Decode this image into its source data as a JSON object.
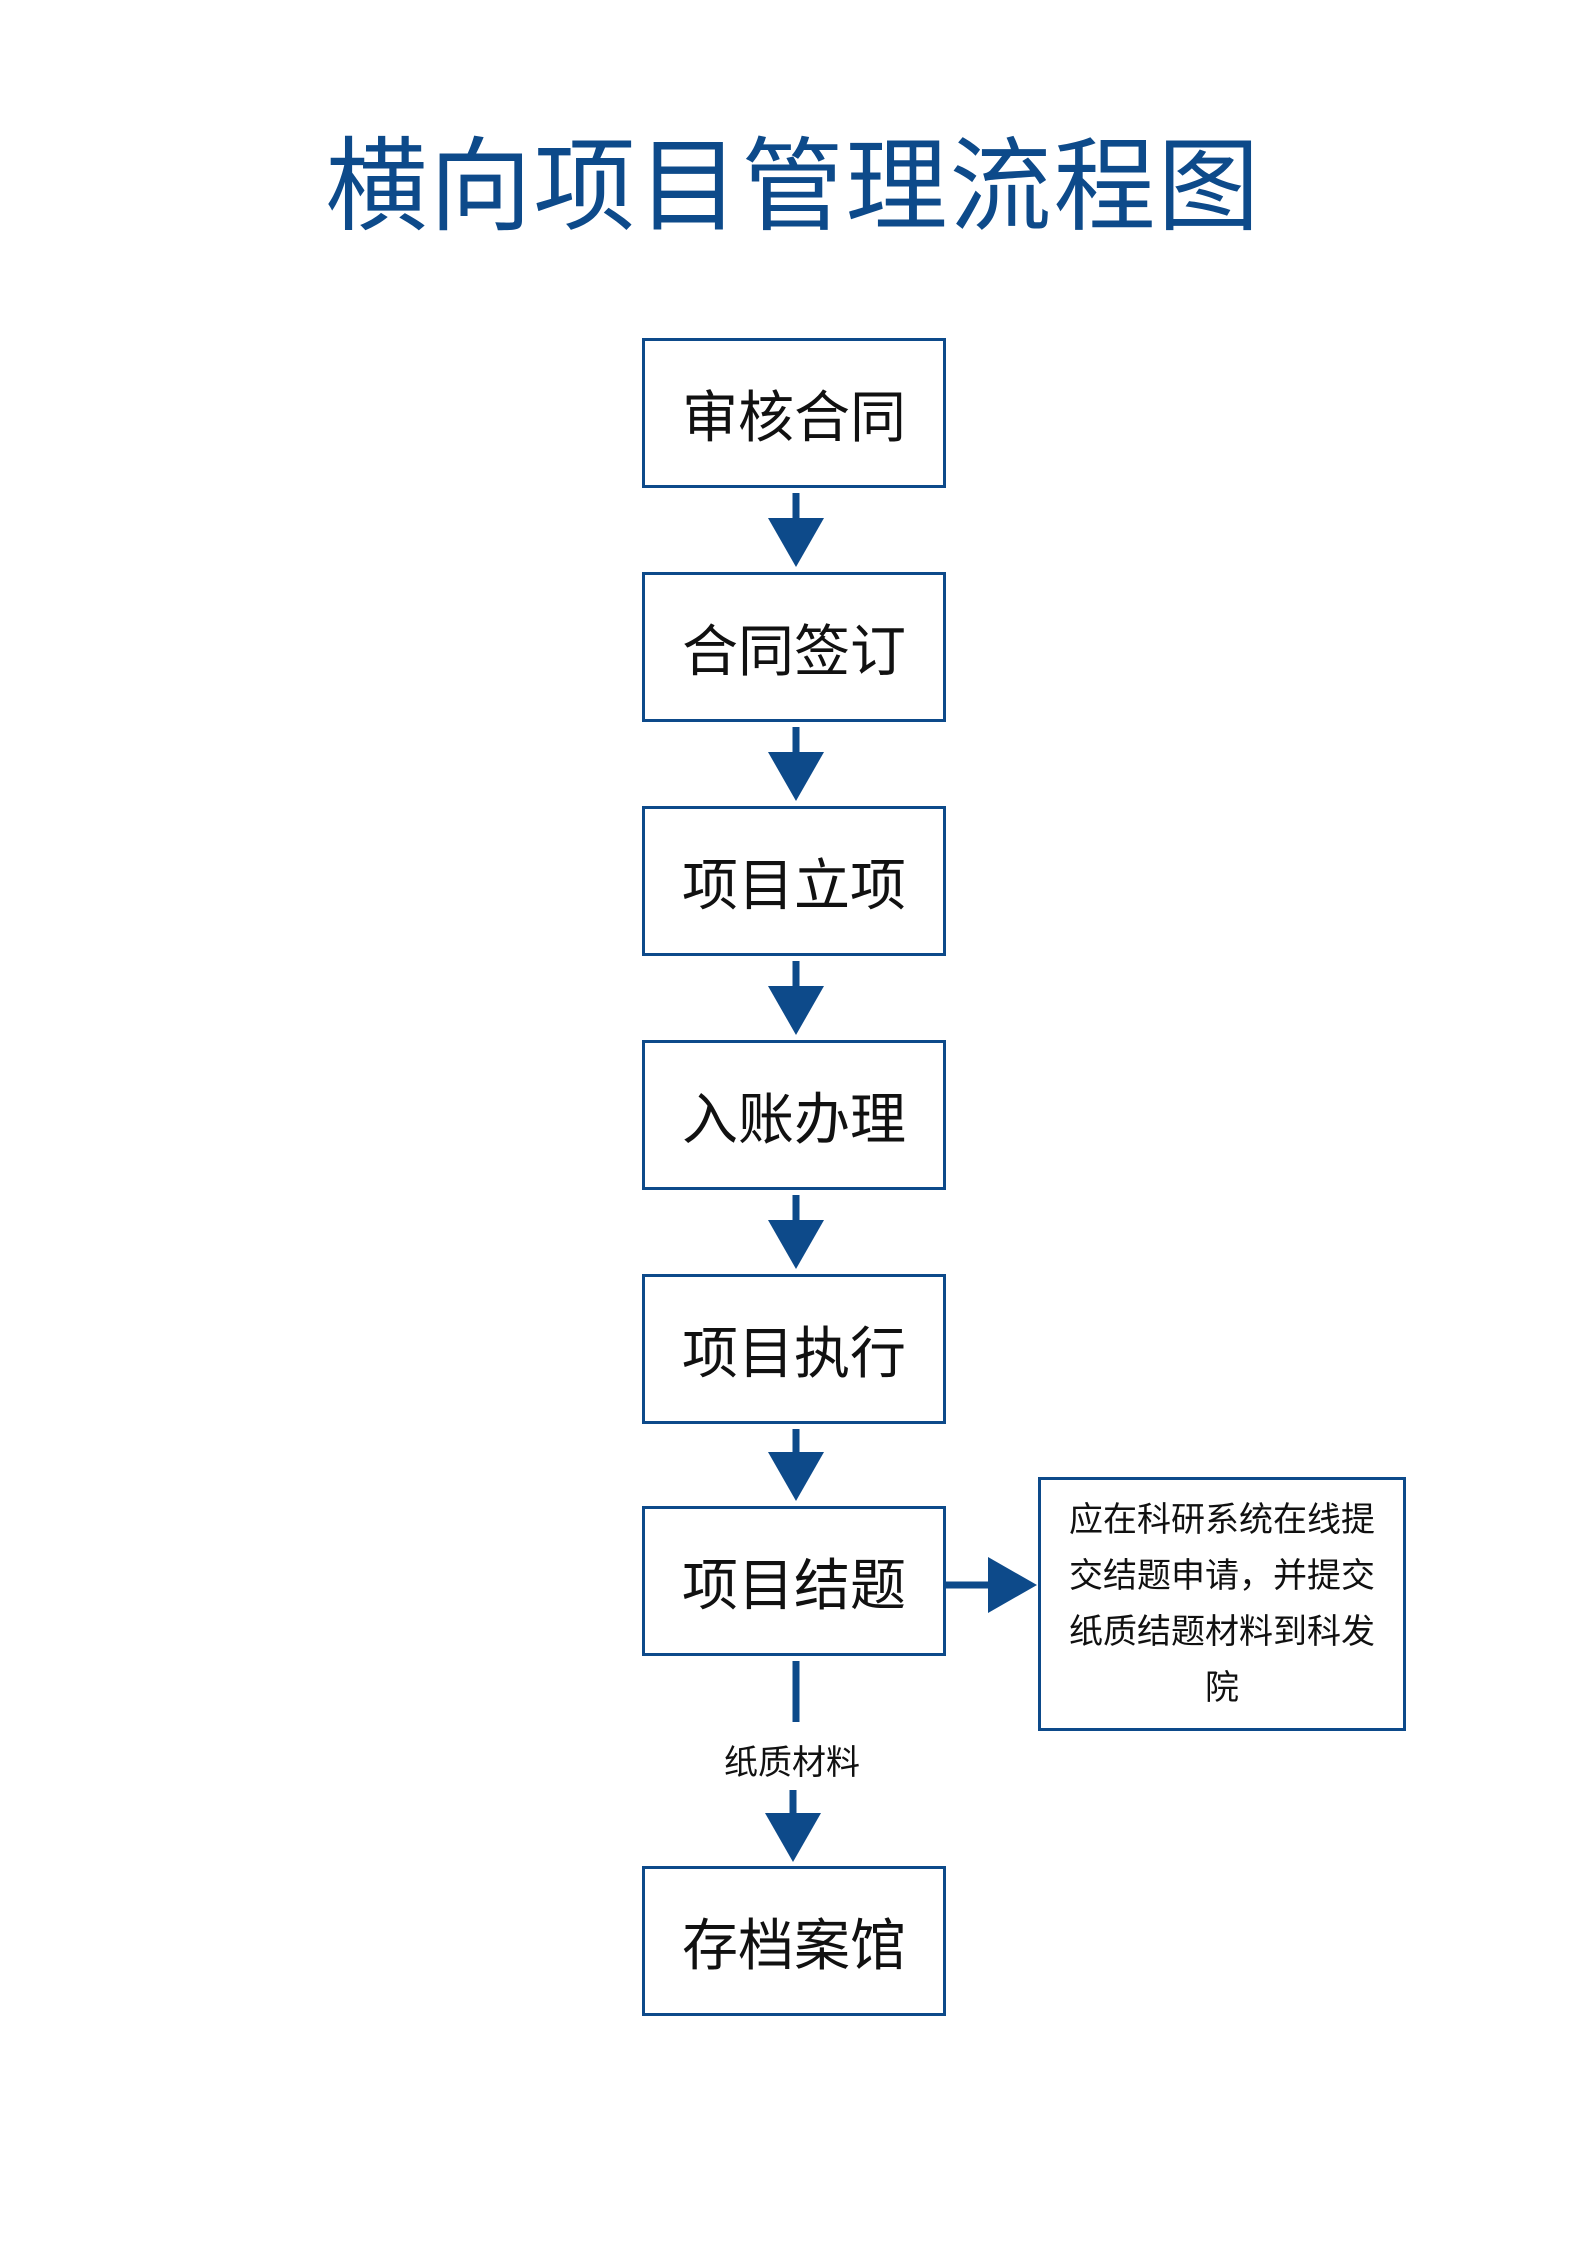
{
  "title": "横向项目管理流程图",
  "accent_color": "#0d4a8a",
  "steps": [
    {
      "label": "审核合同"
    },
    {
      "label": "合同签订"
    },
    {
      "label": "项目立项"
    },
    {
      "label": "入账办理"
    },
    {
      "label": "项目执行"
    },
    {
      "label": "项目结题"
    },
    {
      "label": "存档案馆"
    }
  ],
  "side_note": "应在科研系统在线提交结题申请，并提交纸质结题材料到科发院",
  "edge_label": "纸质材料"
}
